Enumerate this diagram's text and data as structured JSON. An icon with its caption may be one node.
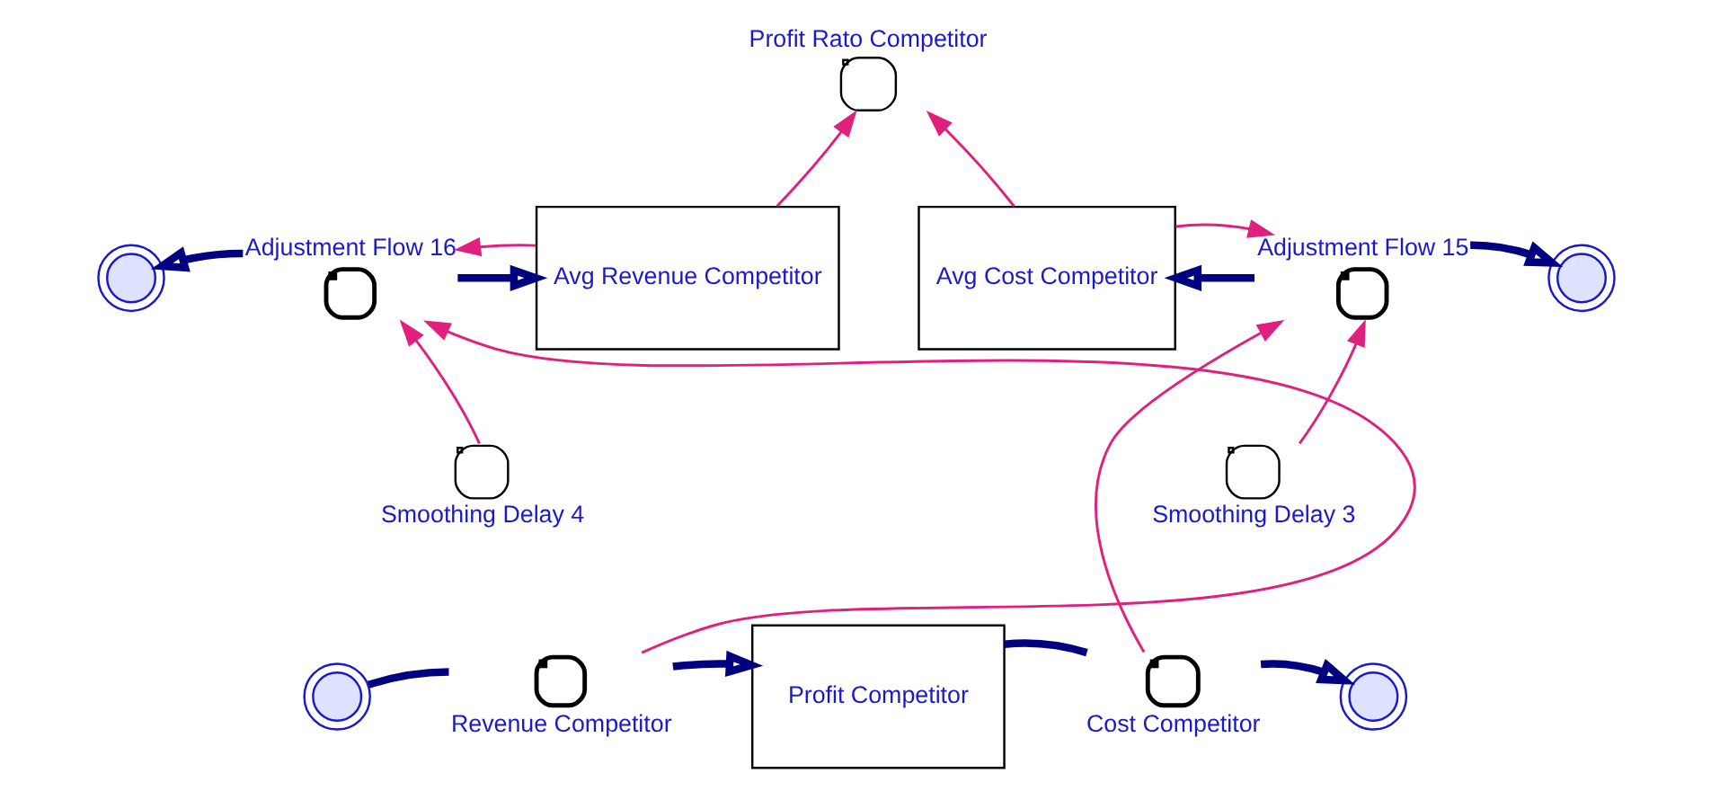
{
  "diagram": {
    "nodes": [
      {
        "text": [
          "Profit Rato Competitor"
        ]
      },
      {
        "text": [
          "Adjustment Flow 16"
        ]
      },
      {
        "text": [
          "Adjustment Flow 15"
        ]
      },
      {
        "text": [],
        "shape": "cloud"
      },
      {
        "text": [
          "Avg Revenue Competitor"
        ]
      },
      {
        "text": [
          "Avg Cost Competitor"
        ]
      },
      {
        "text": [],
        "shape": "cloud"
      },
      {
        "text": [
          "Smoothing Delay 4"
        ]
      },
      {
        "text": [
          "Smoothing Delay 3"
        ]
      },
      {
        "text": [
          "Profit Competitor"
        ]
      },
      {
        "text": [],
        "shape": "cloud"
      },
      {
        "text": [
          "Revenue Competitor"
        ]
      },
      {
        "text": [
          "Cost Competitor"
        ]
      },
      {
        "text": [],
        "shape": "cloud"
      }
    ],
    "edges": [
      {
        "from": 4,
        "to": 0,
        "arrow": "to"
      },
      {
        "from": 5,
        "to": 0,
        "arrow": "to"
      },
      {
        "from": 1,
        "to": 3,
        "arrow": "to",
        "style": "thick",
        "color": "#000080"
      },
      {
        "from": 1,
        "to": 4,
        "arrow": "to",
        "style": "thick",
        "color": "#000080"
      },
      {
        "from": 4,
        "to": 1,
        "arrow": "to"
      },
      {
        "from": 2,
        "to": 5,
        "arrow": "to",
        "style": "thick",
        "color": "#000080"
      },
      {
        "from": 5,
        "to": 2,
        "arrow": "to"
      },
      {
        "from": 2,
        "to": 6,
        "arrow": "to",
        "style": "thick",
        "color": "#000080"
      },
      {
        "from": 7,
        "to": 1,
        "arrow": "to"
      },
      {
        "from": 8,
        "to": 2,
        "arrow": "to"
      },
      {
        "from": 11,
        "to": 1,
        "arrow": "to"
      },
      {
        "from": 12,
        "to": 2,
        "arrow": "to"
      },
      {
        "from": 10,
        "to": 11,
        "arrow": "none",
        "style": "thick",
        "color": "#000080"
      },
      {
        "from": 11,
        "to": 9,
        "arrow": "to",
        "style": "thick",
        "color": "#000080"
      },
      {
        "from": 9,
        "to": 12,
        "arrow": "none",
        "style": "thick",
        "color": "#000080"
      },
      {
        "from": 12,
        "to": 13,
        "arrow": "to",
        "style": "thick",
        "color": "#000080"
      }
    ]
  }
}
